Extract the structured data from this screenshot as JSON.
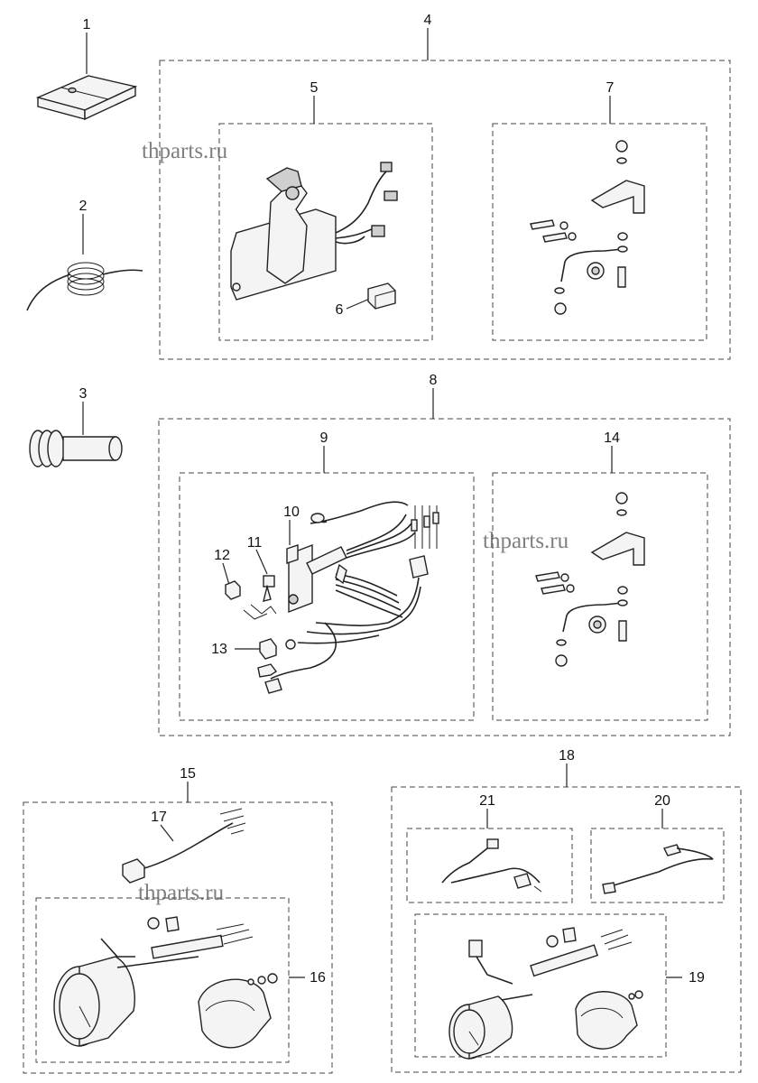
{
  "watermark": "thparts.ru",
  "callouts": {
    "c1": "1",
    "c2": "2",
    "c3": "3",
    "c4": "4",
    "c5": "5",
    "c6": "6",
    "c7": "7",
    "c8": "8",
    "c9": "9",
    "c10": "10",
    "c11": "11",
    "c12": "12",
    "c13": "13",
    "c14": "14",
    "c15": "15",
    "c16": "16",
    "c17": "17",
    "c18": "18",
    "c19": "19",
    "c20": "20",
    "c21": "21"
  }
}
